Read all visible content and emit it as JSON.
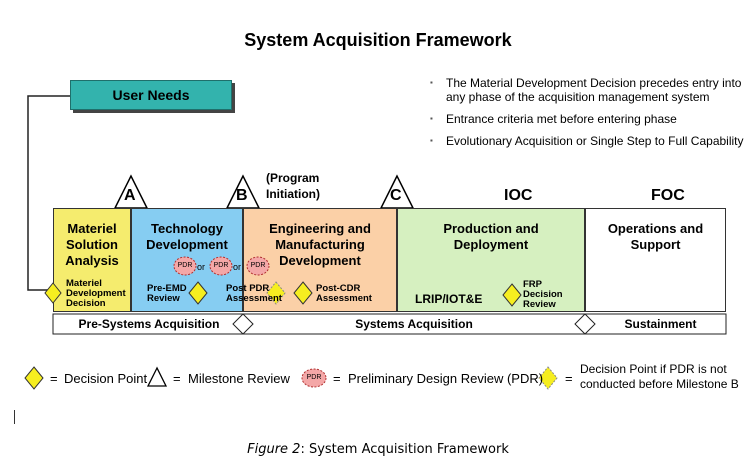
{
  "title": "System Acquisition Framework",
  "user_needs": "User Needs",
  "bullets": [
    "The Material Development Decision precedes entry into any phase of the acquisition management system",
    "Entrance criteria met before entering phase",
    "Evolutionary Acquisition or Single Step to Full Capability"
  ],
  "milestones": {
    "a": "A",
    "b": "B",
    "c": "C",
    "ioc": "IOC",
    "foc": "FOC",
    "program_initiation": "(Program\nInitiation)"
  },
  "phases": {
    "msa": "Materiel\nSolution\nAnalysis",
    "td": "Technology\nDevelopment",
    "emd": "Engineering and\nManufacturing\nDevelopment",
    "pd": "Production and\nDeployment",
    "os": "Operations and\nSupport"
  },
  "points": {
    "mdd": "Materiel\nDevelopment\nDecision",
    "pre_emd": "Pre-EMD\nReview",
    "post_pdr": "Post PDR\nAssessment",
    "post_cdr": "Post-CDR\nAssessment",
    "lrip": "LRIP/IOT&E",
    "frp": "FRP\nDecision\nReview",
    "pdr": "PDR",
    "or": "or"
  },
  "bars": {
    "pre": "Pre-Systems Acquisition",
    "sys": "Systems Acquisition",
    "sus": "Sustainment"
  },
  "legend": {
    "decision_point": "Decision Point",
    "milestone_review": "Milestone Review",
    "pdr_badge": "PDR",
    "pdr_text": "Preliminary Design Review (PDR)",
    "conditional": "Decision Point if PDR is not\nconducted before Milestone B",
    "eq": "="
  },
  "caption": {
    "italic": "Figure 2",
    "rest": ": System Acquisition Framework"
  },
  "colors": {
    "msa": "#f5ec6e",
    "td": "#86cdf2",
    "emd": "#fbd0a7",
    "pd": "#d6f0c0",
    "os": "#ffffff",
    "user_needs": "#33b3ad",
    "diamond": "#f6ee20",
    "pdr": "#f4a7a7"
  }
}
